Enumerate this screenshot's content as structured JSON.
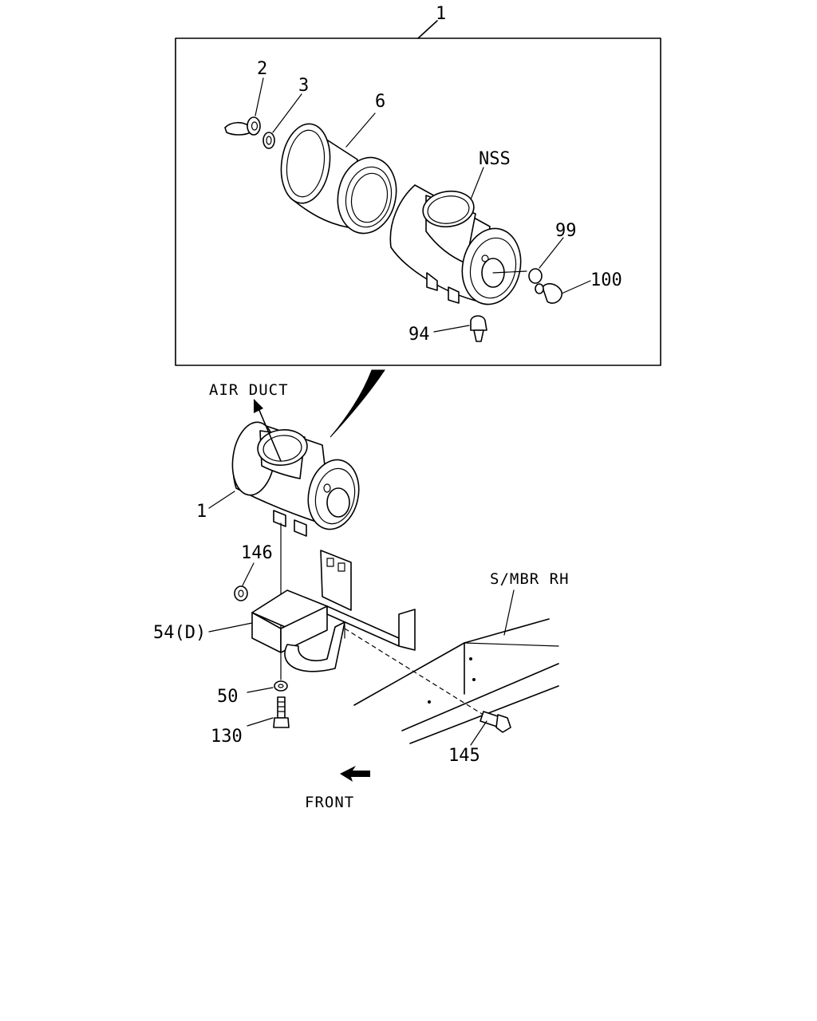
{
  "labels": {
    "assy_top": "1",
    "wing_nut": "2",
    "washer": "3",
    "element": "6",
    "housing": "NSS",
    "cap": "99",
    "indicator": "100",
    "valve": "94",
    "assy_bottom": "1",
    "nut": "146",
    "bracket": "54(D)",
    "washer_b": "50",
    "bolt": "130",
    "bolt_frame": "145"
  },
  "captions": {
    "air_duct": "AIR DUCT",
    "side_member": "S/MBR RH",
    "front": "FRONT"
  }
}
